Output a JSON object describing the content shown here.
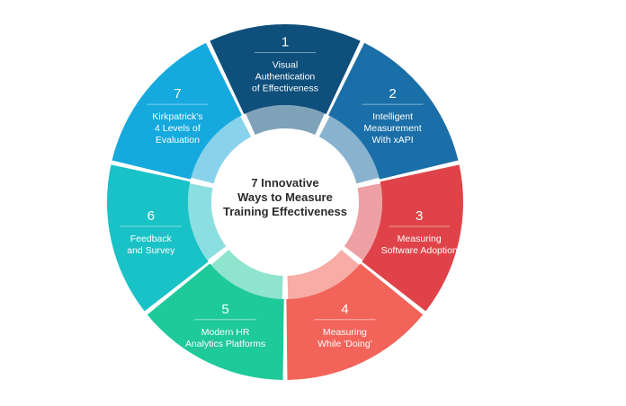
{
  "center": {
    "lines": [
      "7 Innovative",
      "Ways to Measure",
      "Training Effectiveness"
    ]
  },
  "segments": [
    {
      "number": "1",
      "lines": [
        "Visual",
        "Authentication",
        "of Effectiveness"
      ],
      "color": "#0f4f7b",
      "ring": "#7ea3b8"
    },
    {
      "number": "2",
      "lines": [
        "Intelligent",
        "Measurement",
        "With xAPI"
      ],
      "color": "#1b6fa8",
      "ring": "#89b2cf"
    },
    {
      "number": "3",
      "lines": [
        "Measuring",
        "Software Adoption"
      ],
      "color": "#df4349",
      "ring": "#eea1a4"
    },
    {
      "number": "4",
      "lines": [
        "Measuring",
        "While 'Doing'"
      ],
      "color": "#f2645a",
      "ring": "#f7aca6"
    },
    {
      "number": "5",
      "lines": [
        "Modern HR",
        "Analytics Platforms"
      ],
      "color": "#1ec99a",
      "ring": "#8ee4cc"
    },
    {
      "number": "6",
      "lines": [
        "Feedback",
        "and Survey"
      ],
      "color": "#19c2c6",
      "ring": "#8cdfe1"
    },
    {
      "number": "7",
      "lines": [
        "Kirkpatrick's",
        "4 Levels of",
        "Evaluation"
      ],
      "color": "#15a9dd",
      "ring": "#88d2ec"
    }
  ]
}
